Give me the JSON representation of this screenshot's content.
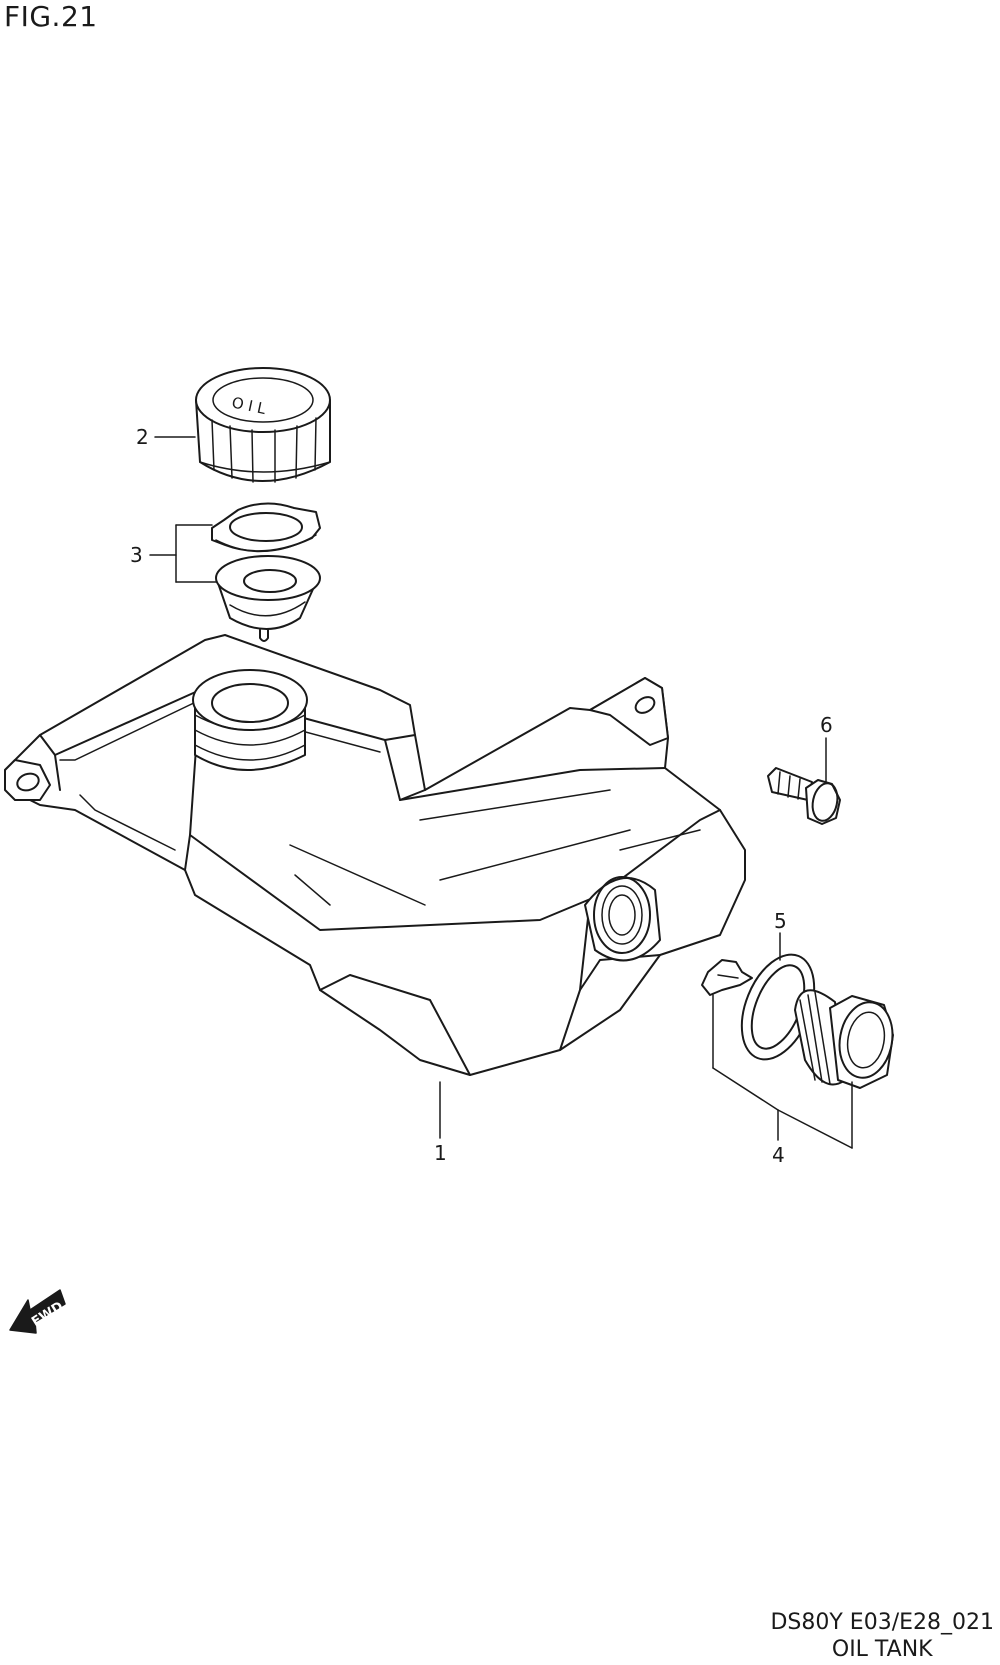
{
  "figure": {
    "title": "FIG.21",
    "code": "DS80Y E03/E28_021",
    "name": "OIL TANK"
  },
  "parts": [
    {
      "id": "part-1",
      "label": "1"
    },
    {
      "id": "part-2",
      "label": "2"
    },
    {
      "id": "part-3",
      "label": "3"
    },
    {
      "id": "part-4",
      "label": "4"
    },
    {
      "id": "part-5",
      "label": "5"
    },
    {
      "id": "part-6",
      "label": "6"
    }
  ],
  "direction_marker": {
    "text": "FWD",
    "icon": "fwd-arrow-icon"
  },
  "cap_marking": "O I L"
}
